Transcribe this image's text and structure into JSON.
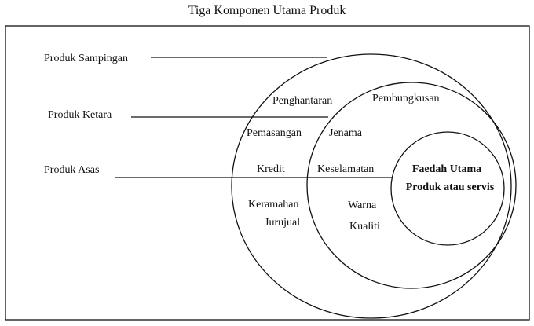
{
  "title": "Tiga Komponen Utama Produk",
  "left_labels": {
    "sampingan": "Produk Sampingan",
    "ketara": "Produk Ketara",
    "asas": "Produk Asas"
  },
  "outer_ring": {
    "penghantaran": "Penghantaran",
    "pemasangan": "Pemasangan",
    "kredit": "Kredit",
    "keramahan": "Keramahan",
    "jurujual": "Jurujual"
  },
  "middle_ring": {
    "pembungkusan": "Pembungkusan",
    "jenama": "Jenama",
    "keselamatan": "Keselamatan",
    "warna": "Warna",
    "kualiti": "Kualiti"
  },
  "core": {
    "line1": "Faedah Utama",
    "line2": "Produk atau servis"
  }
}
